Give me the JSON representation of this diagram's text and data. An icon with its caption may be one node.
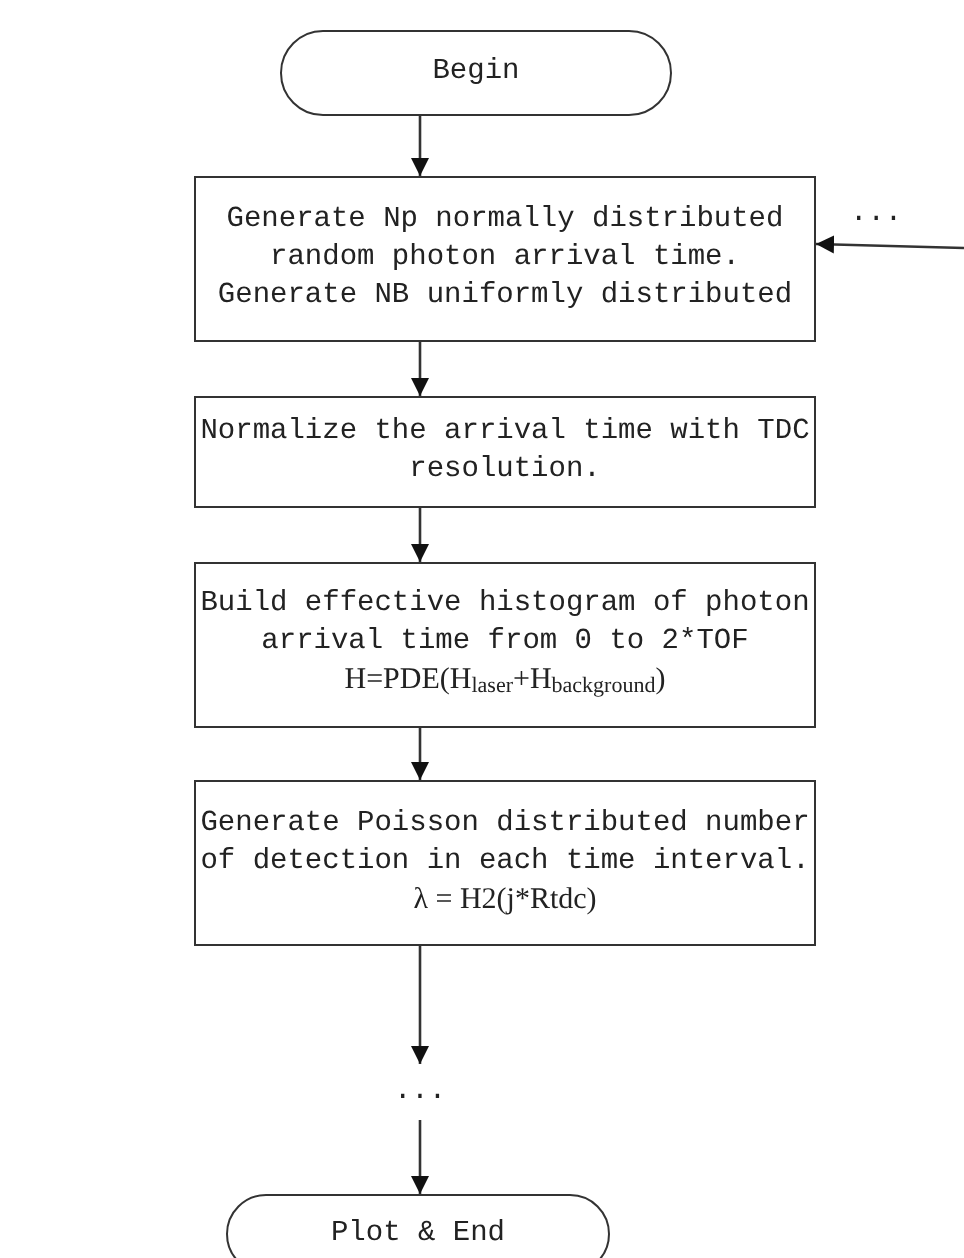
{
  "diagram": {
    "nodes": [
      {
        "text": [
          "Begin"
        ]
      },
      {
        "text": [
          "Generate Np normally distributed random photon arrival time.",
          "Generate NB uniformly distributed"
        ]
      },
      {
        "text": [
          "Normalize the arrival time with TDC resolution."
        ]
      },
      {
        "text": [
          "Build effective histogram of photon arrival time from 0 to 2*TOF",
          "H=PDE(H$_{laser}$+H$_{background}$)"
        ]
      },
      {
        "text": [
          "Generate Poisson distributed number of detection in each time interval.",
          "λ = H2(j*Rtdc)"
        ]
      },
      {
        "text": [
          "..."
        ]
      },
      {
        "text": [
          "Plot & End"
        ]
      }
    ],
    "edges": [
      {
        "from": 0,
        "to": 1,
        "arrow": "to"
      },
      {
        "from": 1,
        "to": 2,
        "arrow": "to"
      },
      {
        "from": 2,
        "to": 3,
        "arrow": "to"
      },
      {
        "from": 3,
        "to": 4,
        "arrow": "to"
      },
      {
        "from": 4,
        "to": 5,
        "arrow": "to"
      },
      {
        "from": 5,
        "to": 6,
        "arrow": "to"
      },
      {
        "from": null,
        "to": 1,
        "arrow": "to"
      }
    ],
    "labels": [
      "..."
    ]
  }
}
